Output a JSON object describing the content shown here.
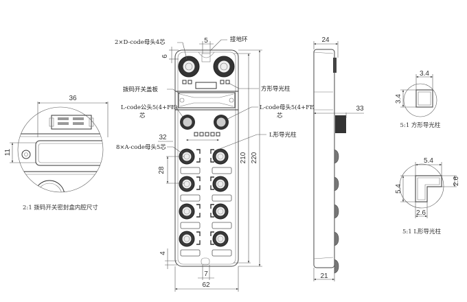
{
  "callouts": {
    "d_code": "2×D-code母头4芯",
    "ground_ring": "接地环",
    "dip_cover": "拨码开关盖板",
    "square_light_pipe": "方形导光柱",
    "l_code_male_line1": "L-code公头5(4+FE)",
    "l_code_male_line2": "芯",
    "l_code_female_line1": "L-code母头5(4+FE)",
    "l_code_female_line2": "芯",
    "l_light_pipe": "L形导光柱",
    "a_code": "8×A-code母头5芯"
  },
  "dimensions": {
    "front": {
      "top_slot": "5",
      "top_offset": "6",
      "pitch_h": "32",
      "pitch_v": "28",
      "inner_len": "210",
      "total_len": "220",
      "bottom_offset": "4",
      "bottom_slot": "7",
      "width": "62"
    },
    "side": {
      "top_depth": "24",
      "connector_depth": "33",
      "bottom_depth": "21"
    },
    "detail_dip": {
      "width": "36",
      "height": "11"
    },
    "detail_square": {
      "w": "3.4",
      "h": "3.4"
    },
    "detail_l": {
      "w": "5.4",
      "h": "5.4",
      "arm_h": "2.6",
      "arm_w": "2.6"
    }
  },
  "captions": {
    "dip_detail": "2:1 拨码开关密封盒内腔尺寸",
    "square_detail": "5:1 方形导光柱",
    "l_detail": "5:1 L形导光柱"
  }
}
